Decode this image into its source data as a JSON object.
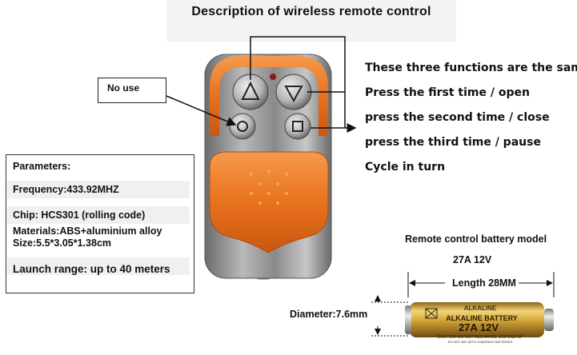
{
  "title": "Description of wireless remote control",
  "no_use_label": "No use",
  "functions": [
    "These three functions are the same",
    "Press the first time / open",
    "press the second time / close",
    "press the third time / pause",
    "Cycle in turn"
  ],
  "parameters": {
    "heading": "Parameters:",
    "frequency": "Frequency:433.92MHZ",
    "chip": "Chip: HCS301 (rolling code)",
    "materials": "Materials:ABS+aluminium  alloy",
    "size": "Size:5.5*3.05*1.38cm",
    "launch_range": "Launch range: up to 40 meters"
  },
  "battery": {
    "caption": "Remote control battery model",
    "model": "27A  12V",
    "length_label": "Length 28MM",
    "diameter_label": "Diameter:7.6mm",
    "printed_brand": "ALKALINE",
    "printed_type": "ALKALINE BATTERY",
    "printed_model": "27A 12V",
    "printed_caution": "CAUTION: DO NOT RECHARGE DISPOSE OF",
    "printed_caution2": "DO NOT MIX WITH CHARGING BATTERIES"
  },
  "colors": {
    "remote_orange": "#e8721d",
    "remote_metal": "#9a9a9a",
    "battery_gold": "#d6a83a"
  }
}
